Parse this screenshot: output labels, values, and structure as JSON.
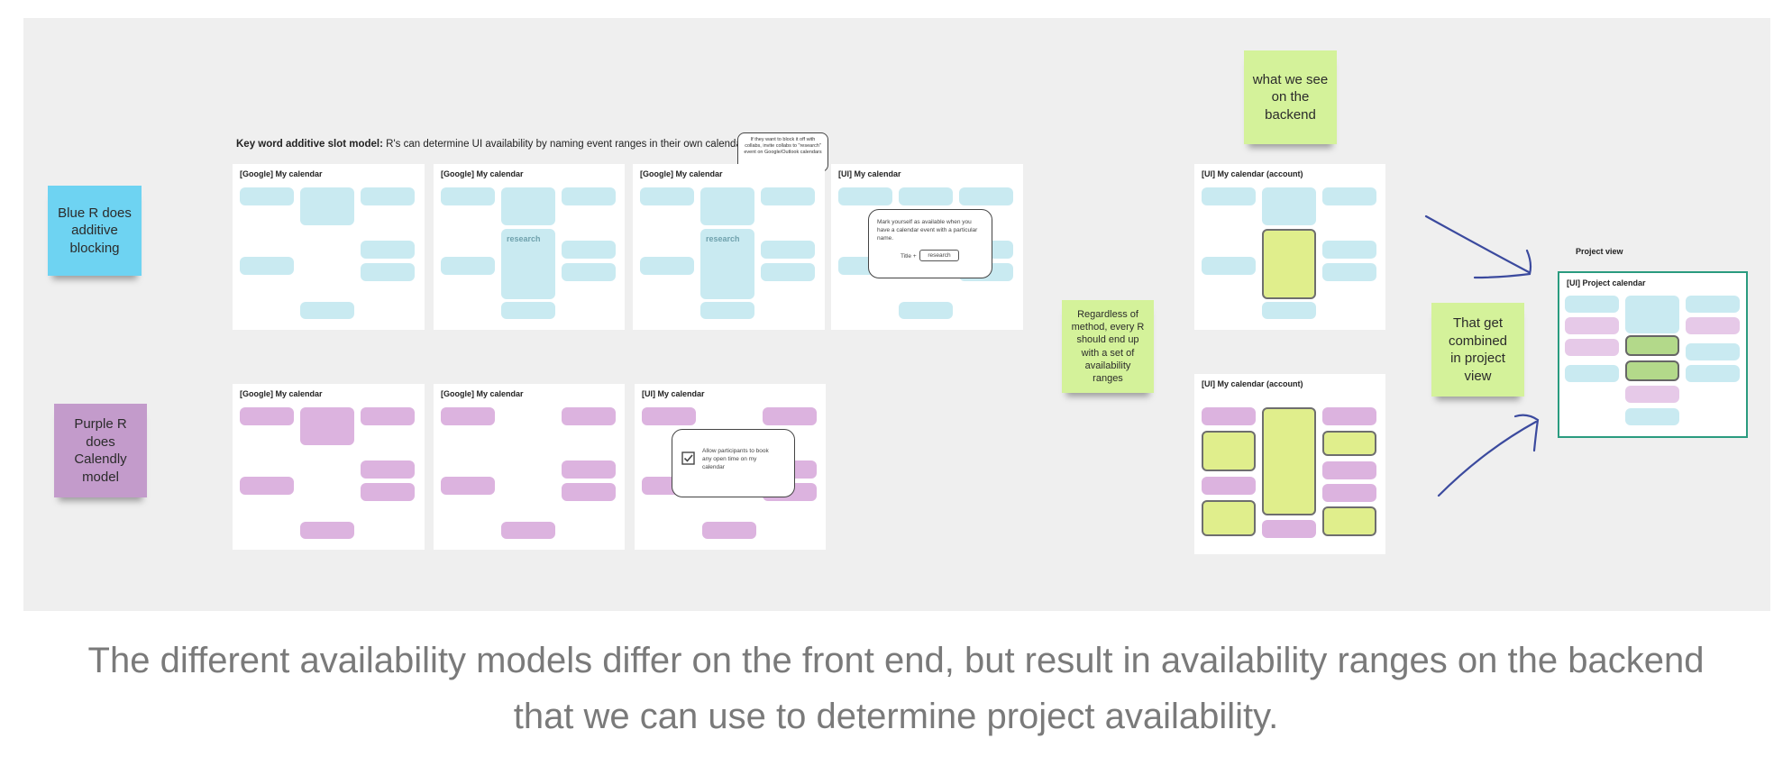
{
  "caption": {
    "line1": "The different availability models differ on the front end, but result in availability ranges on the backend",
    "line2": "that we can use to determine project availability."
  },
  "heading": {
    "bold": "Key word additive slot model:",
    "rest": "R's can determine UI availability by naming event ranges in their own calendar"
  },
  "stickies": {
    "blue": {
      "text": "Blue R does additive blocking",
      "color": "#6ed3f2"
    },
    "purple": {
      "text": "Purple R does Calendly model",
      "color": "#c39bcb"
    },
    "backend": {
      "text": "what we see on the backend",
      "color": "#d4f29a"
    },
    "method": {
      "text": "Regardless of method, every R should end up with a set of availability ranges",
      "color": "#d4f29a"
    },
    "combined": {
      "text": "That get combined in project view",
      "color": "#d4f29a"
    }
  },
  "speech_bubble": {
    "text": "If they want to block it off with collabs, invite collabs to \"research\" event on Google/Outlook calendars"
  },
  "cards": {
    "g1": {
      "title": "[Google] My calendar"
    },
    "g2": {
      "title": "[Google] My calendar",
      "block_label": "research"
    },
    "g3": {
      "title": "[Google] My calendar",
      "block_label": "research"
    },
    "ui1": {
      "title": "[UI] My calendar"
    },
    "gp1": {
      "title": "[Google] My calendar"
    },
    "gp2": {
      "title": "[Google] My calendar"
    },
    "ui2": {
      "title": "[UI] My calendar"
    },
    "acc1": {
      "title": "[UI] My calendar (account)"
    },
    "acc2": {
      "title": "[UI] My calendar (account)"
    },
    "proj": {
      "title": "[UI] Project calendar",
      "frame_label": "Project view"
    }
  },
  "popup_title": {
    "text": "Mark yourself as available when you have a calendar event with a particular name.",
    "field_label": "Title +",
    "field_value": "research"
  },
  "popup_calendly": {
    "text": "Allow participants to book any open time on my calendar"
  },
  "colors": {
    "light_blue": "#c9eaf1",
    "purple": "#dcb3df",
    "availability_green": "#e0ee8c",
    "project_green": "#b3d98a",
    "project_frame": "#2a9b7f",
    "arrow": "#3b4a9e"
  }
}
